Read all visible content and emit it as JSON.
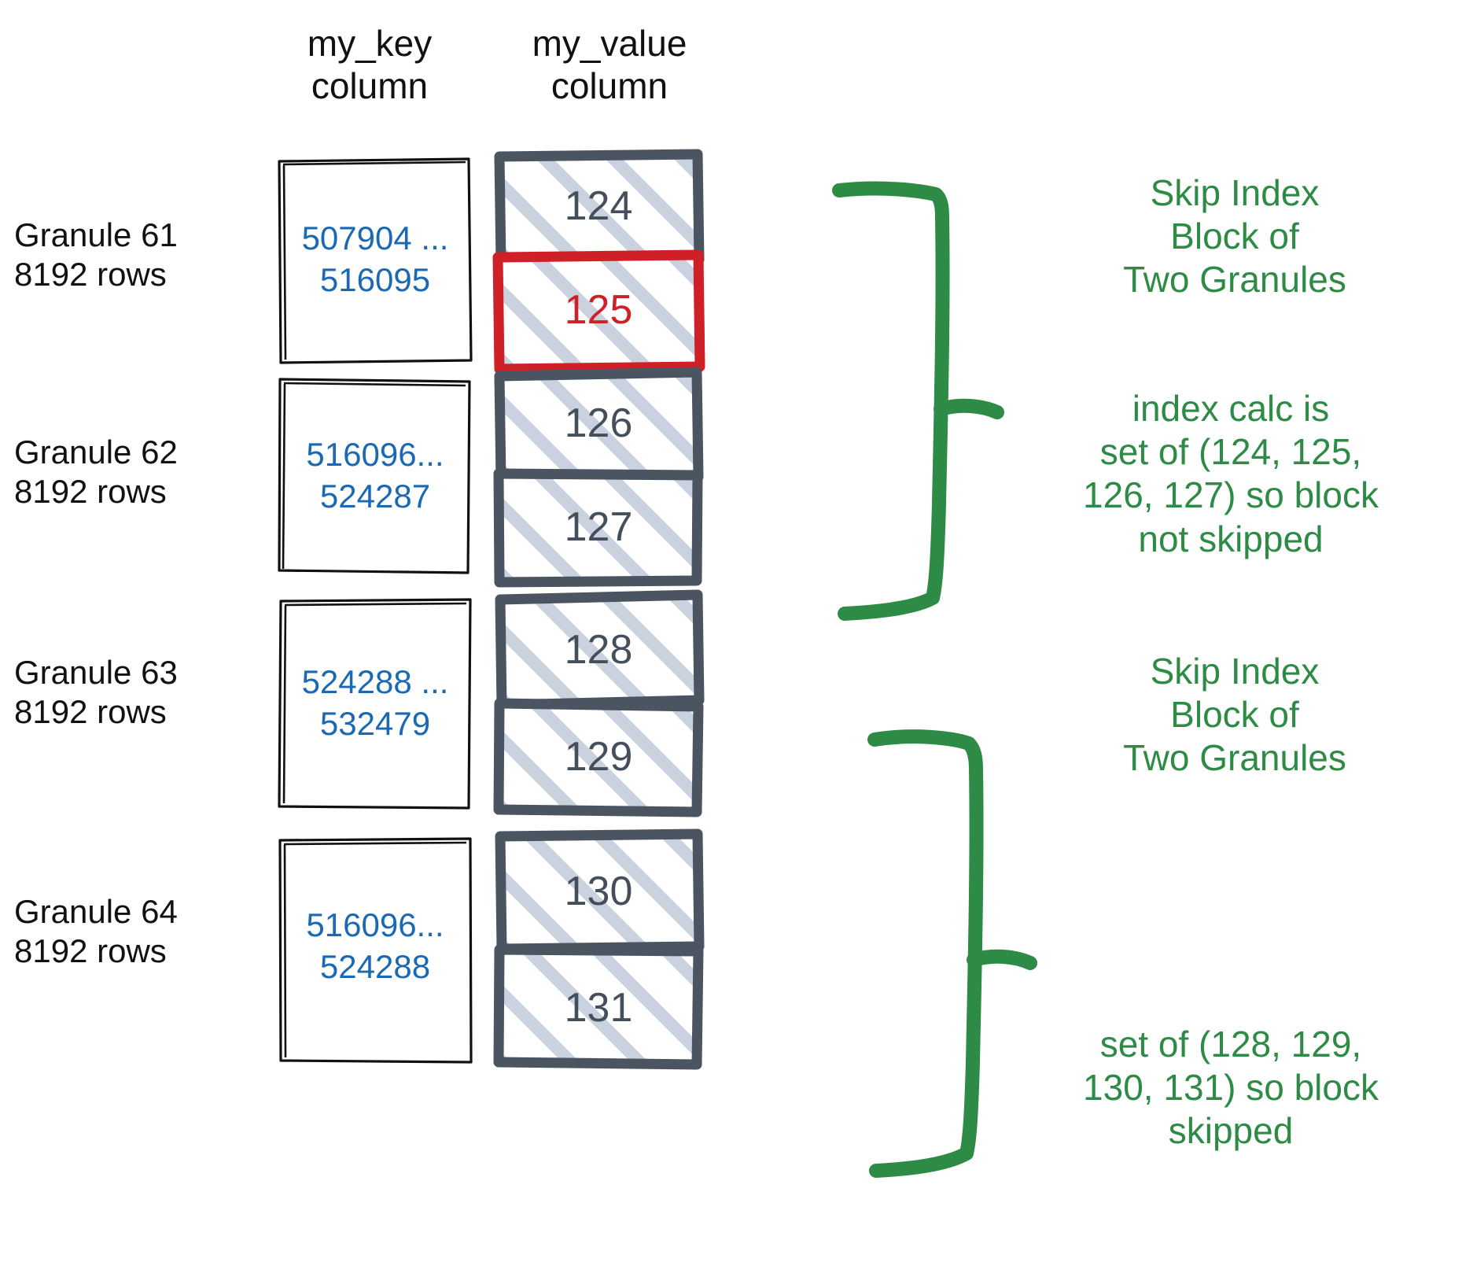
{
  "columns": {
    "key_header": "my_key\ncolumn",
    "value_header": "my_value\ncolumn"
  },
  "colors": {
    "key_text": "#1b69b3",
    "value_text": "#454f5b",
    "value_border": "#4a5561",
    "highlight": "#cf2027",
    "annotation": "#2e8b46",
    "hatch": "#c9d2de",
    "label_text": "#111111",
    "background": "#ffffff"
  },
  "granules": [
    {
      "label": "Granule 61\n8192 rows",
      "key_range": "507904 ...\n516095",
      "values": [
        {
          "value": "124",
          "highlighted": false
        },
        {
          "value": "125",
          "highlighted": true
        }
      ]
    },
    {
      "label": "Granule 62\n8192 rows",
      "key_range": "516096...\n524287",
      "values": [
        {
          "value": "126",
          "highlighted": false
        },
        {
          "value": "127",
          "highlighted": false
        }
      ]
    },
    {
      "label": "Granule 63\n8192 rows",
      "key_range": "524288 ...\n532479",
      "values": [
        {
          "value": "128",
          "highlighted": false
        },
        {
          "value": "129",
          "highlighted": false
        }
      ]
    },
    {
      "label": "Granule 64\n8192 rows",
      "key_range": "516096...\n524288",
      "values": [
        {
          "value": "130",
          "highlighted": false
        },
        {
          "value": "131",
          "highlighted": false
        }
      ]
    }
  ],
  "annotations": [
    {
      "id": "block-1-title",
      "text": "Skip Index\nBlock of\nTwo Granules"
    },
    {
      "id": "block-1-detail",
      "text": "index calc is\nset of (124, 125,\n126, 127) so block\nnot skipped"
    },
    {
      "id": "block-2-title",
      "text": "Skip Index\nBlock of\nTwo Granules"
    },
    {
      "id": "block-2-detail",
      "text": "set of (128, 129,\n130, 131) so block\nskipped"
    }
  ]
}
